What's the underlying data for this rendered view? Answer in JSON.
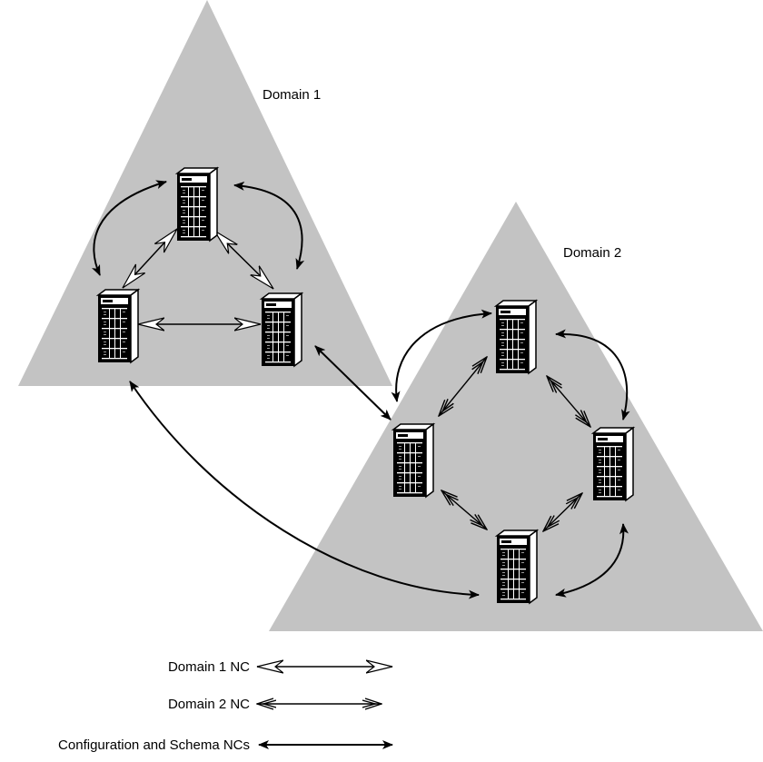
{
  "domains": [
    {
      "label": "Domain 1"
    },
    {
      "label": "Domain 2"
    }
  ],
  "legend": [
    {
      "label": "Domain 1 NC",
      "style": "open-arrowheads"
    },
    {
      "label": "Domain 2 NC",
      "style": "double-chevron-arrowheads"
    },
    {
      "label": "Configuration and Schema NCs",
      "style": "solid-arrowheads"
    }
  ],
  "colors": {
    "triangle_fill": "#c3c3c3",
    "server_body": "#000000",
    "server_front": "#ffffff",
    "line": "#000000"
  }
}
